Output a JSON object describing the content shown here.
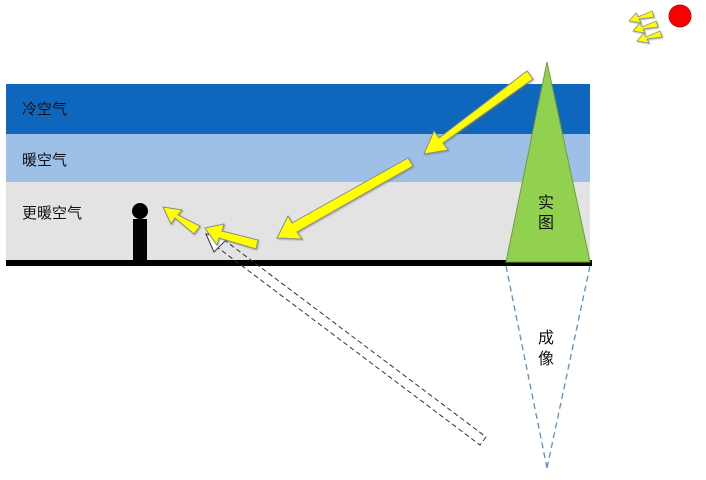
{
  "layers": [
    {
      "label": "冷空气",
      "color": "#0e67bd"
    },
    {
      "label": "暖空气",
      "color": "#9ec0e6"
    },
    {
      "label": "更暖空气",
      "color": "#e3e3e3"
    }
  ],
  "object": {
    "label_line1": "实",
    "label_line2": "图",
    "color": "#92d050"
  },
  "image": {
    "label_line1": "成",
    "label_line2": "像",
    "line_color": "#5b8fc7"
  },
  "sun_color": "#ff0000",
  "ray_color": "#ffff00",
  "ground_color": "#000000",
  "icons": [
    "sun-icon",
    "sunlight-rays-icon",
    "observer-icon"
  ]
}
